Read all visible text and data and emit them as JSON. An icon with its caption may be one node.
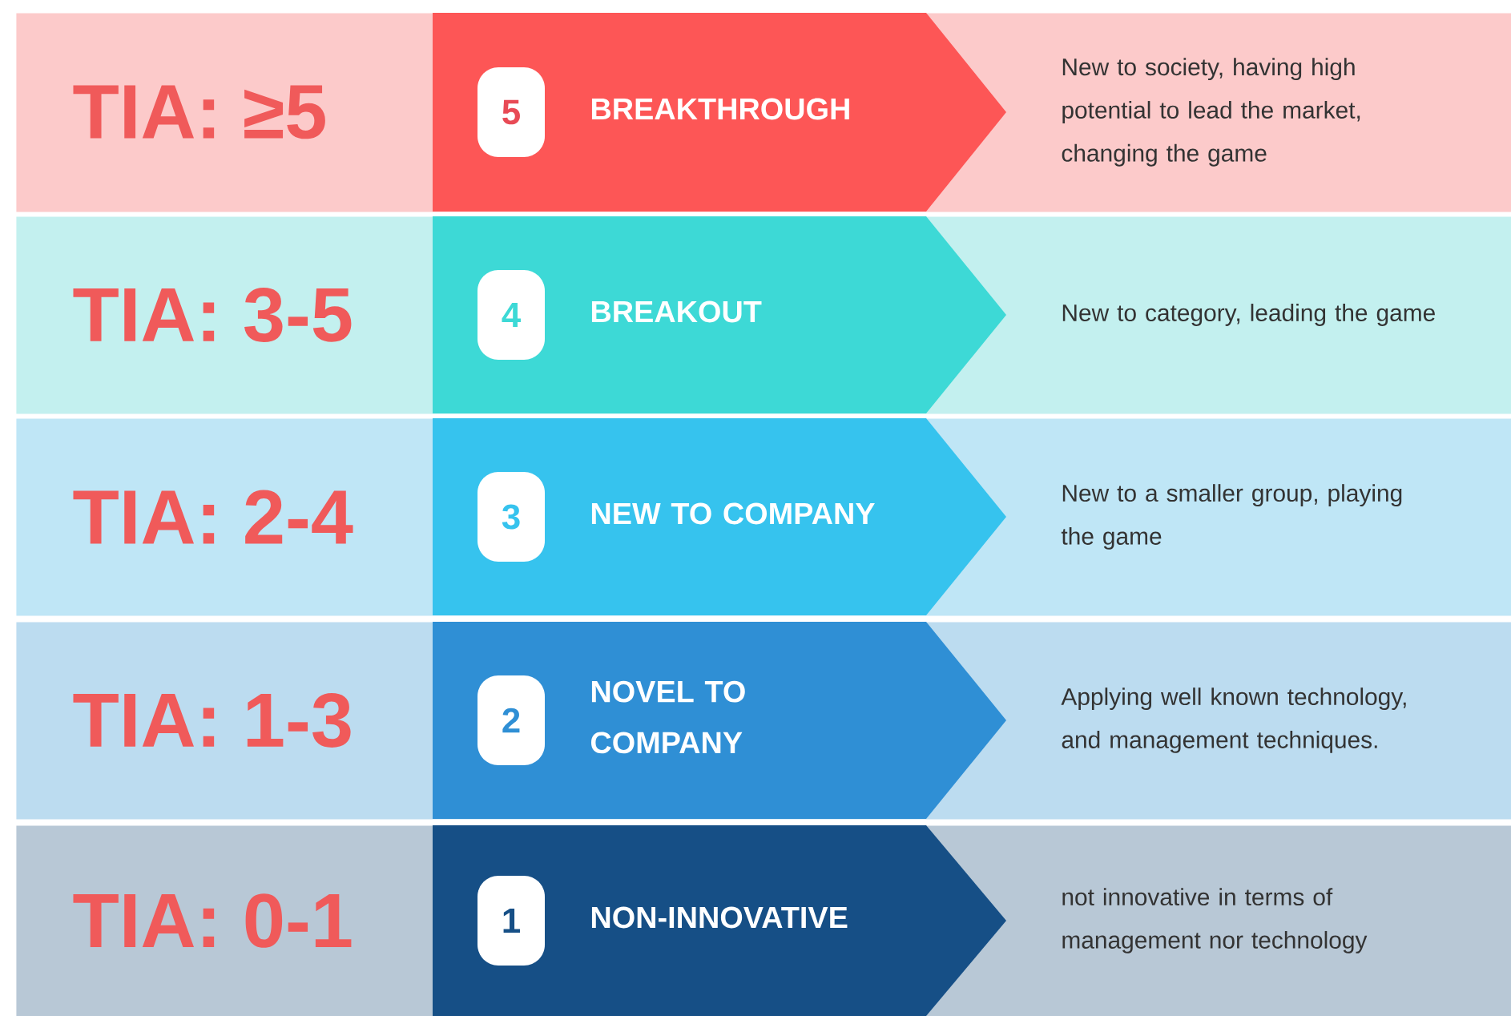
{
  "diagram": {
    "nodes": [
      {
        "text": [
          "TIA: ≥5",
          "New to society, having high potential to lead the market, changing the game"
        ]
      },
      {
        "text": [
          "5",
          "BREAKTHROUGH"
        ],
        "in": 0
      },
      {
        "text": [
          "TIA: 3-5",
          "New to category, leading the game"
        ]
      },
      {
        "text": [
          "4",
          "BREAKOUT"
        ],
        "in": 2
      },
      {
        "text": [
          "TIA: 2-4",
          "New to a smaller group, playing the game"
        ]
      },
      {
        "text": [
          "3",
          "NEW TO COMPANY"
        ],
        "in": 4
      },
      {
        "text": [
          "TIA: 1-3",
          "Applying well known technology, and management techniques."
        ]
      },
      {
        "text": [
          "2",
          "NOVEL TO COMPANY"
        ],
        "in": 6
      },
      {
        "text": [
          "TIA: 0-1",
          "not innovative in terms of management nor technology"
        ]
      },
      {
        "text": [
          "1",
          "NON-INNOVATIVE"
        ],
        "in": 8
      }
    ]
  }
}
